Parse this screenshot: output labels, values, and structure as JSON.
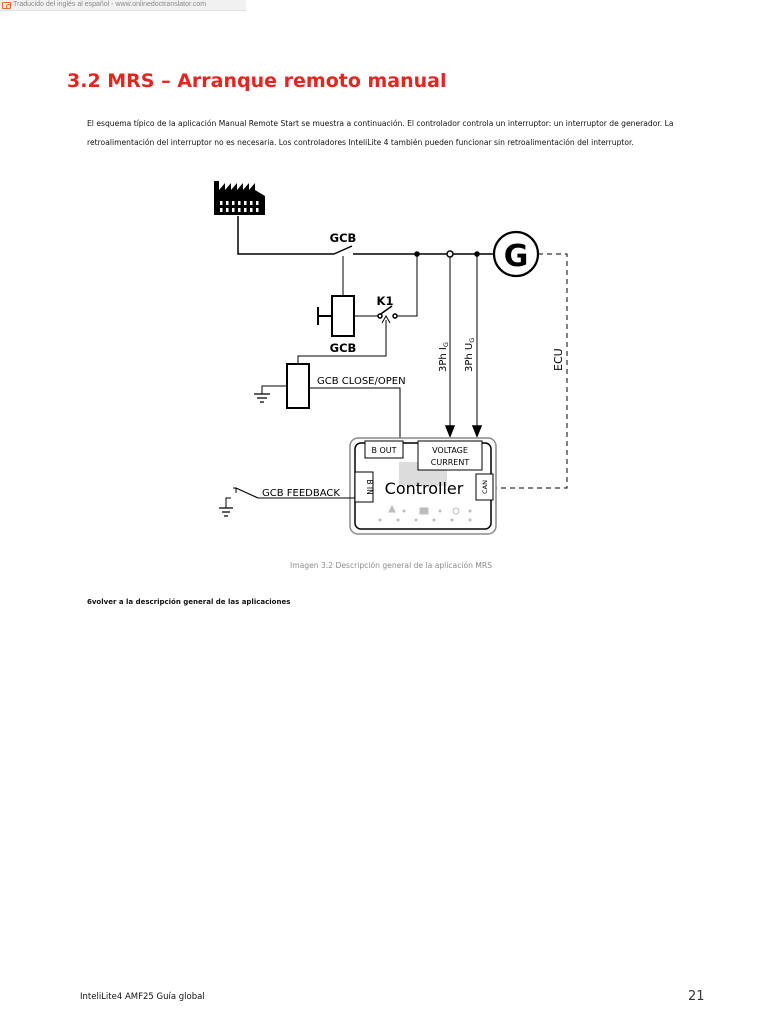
{
  "banner": {
    "text": "Traducido del inglés al español - www.onlinedoctranslator.com"
  },
  "section": {
    "title": "3.2 MRS – Arranque remoto manual",
    "intro": "El esquema típico de la aplicación Manual Remote Start se muestra a continuación. El controlador controla un interruptor: un interruptor de generador. La retroalimentación del interruptor no es necesaria. Los controladores InteliLite 4 también pueden funcionar sin retroalimentación del interruptor."
  },
  "diagram": {
    "gcb_top": "GCB",
    "generator": "G",
    "k1": "K1",
    "gcb_coil": "GCB",
    "gcb_close_open": "GCB CLOSE/OPEN",
    "current_ig": "3Ph I",
    "current_ig_sub": "G",
    "voltage_ug": "3Ph U",
    "voltage_ug_sub": "G",
    "ecu": "ECU",
    "b_out": "B OUT",
    "voltage": "VOLTAGE",
    "current": "CURRENT",
    "controller": "Controller",
    "b_in": "B IN",
    "can": "CAN",
    "gcb_feedback": "GCB FEEDBACK"
  },
  "caption": "Imagen 3.2 Descripción general de la aplicación MRS",
  "back_link": "6volver a la descripción general de las aplicaciones",
  "footer": {
    "doc_name": "InteliLite4 AMF25 Guía global",
    "page_number": "21"
  },
  "colors": {
    "title": "#e3261f",
    "caption": "#8c8c8c"
  }
}
